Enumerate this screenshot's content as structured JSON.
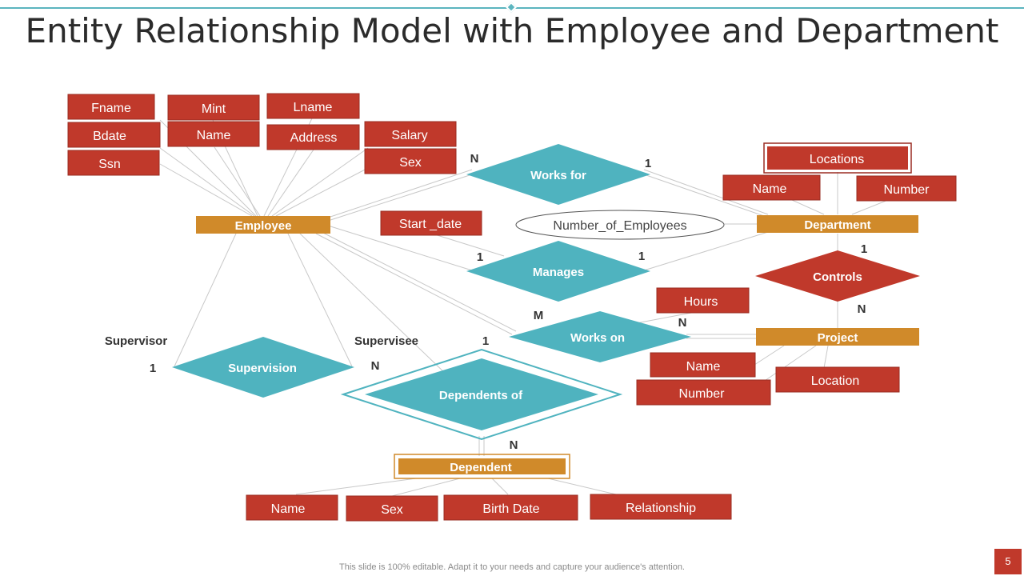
{
  "title": "Entity Relationship Model with Employee and Department",
  "footer": "This slide is 100% editable. Adapt it to your needs and capture your audience's attention.",
  "page_number": "5",
  "colors": {
    "attribute": "#c0392b",
    "entity": "#d08a2a",
    "relationship": "#4fb3bf",
    "relationship_red": "#c0392b"
  },
  "entities": {
    "employee": "Employee",
    "department": "Department",
    "project": "Project",
    "dependent": "Dependent"
  },
  "relationships": {
    "works_for": "Works for",
    "manages": "Manages",
    "works_on": "Works on",
    "controls": "Controls",
    "supervision": "Supervision",
    "dependents_of": "Dependents of"
  },
  "attributes": {
    "fname": "Fname",
    "mint": "Mint",
    "lname": "Lname",
    "bdate": "Bdate",
    "emp_name": "Name",
    "address": "Address",
    "salary": "Salary",
    "ssn": "Ssn",
    "emp_sex": "Sex",
    "start_date": "Start _date",
    "number_of_employees": "Number_of_Employees",
    "locations": "Locations",
    "dept_name": "Name",
    "dept_number": "Number",
    "hours": "Hours",
    "proj_name": "Name",
    "proj_number": "Number",
    "proj_location": "Location",
    "dep_name": "Name",
    "dep_sex": "Sex",
    "birth_date": "Birth Date",
    "relationship": "Relationship"
  },
  "cardinalities": {
    "works_for_emp": "N",
    "works_for_dept": "1",
    "manages_emp": "1",
    "manages_dept": "1",
    "works_on_emp": "M",
    "works_on_proj": "N",
    "controls_dept": "1",
    "controls_proj": "N",
    "supervision_left": "1",
    "supervision_right": "N",
    "dependents_emp": "1",
    "dependents_dep": "N"
  },
  "roles": {
    "supervisor": "Supervisor",
    "supervisee": "Supervisee"
  }
}
